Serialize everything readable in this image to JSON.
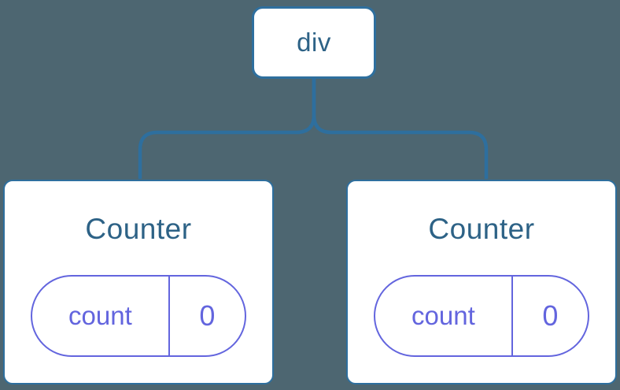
{
  "diagram": {
    "type": "component-tree",
    "root": {
      "label": "div"
    },
    "children": [
      {
        "title": "Counter",
        "state": {
          "key": "count",
          "value": "0"
        }
      },
      {
        "title": "Counter",
        "state": {
          "key": "count",
          "value": "0"
        }
      }
    ],
    "colors": {
      "background": "#4d6671",
      "node_fill": "#ffffff",
      "node_border": "#2e6f9e",
      "connector": "#2e6f9e",
      "title_text": "#2d6286",
      "state_pill": "#6365de"
    }
  }
}
